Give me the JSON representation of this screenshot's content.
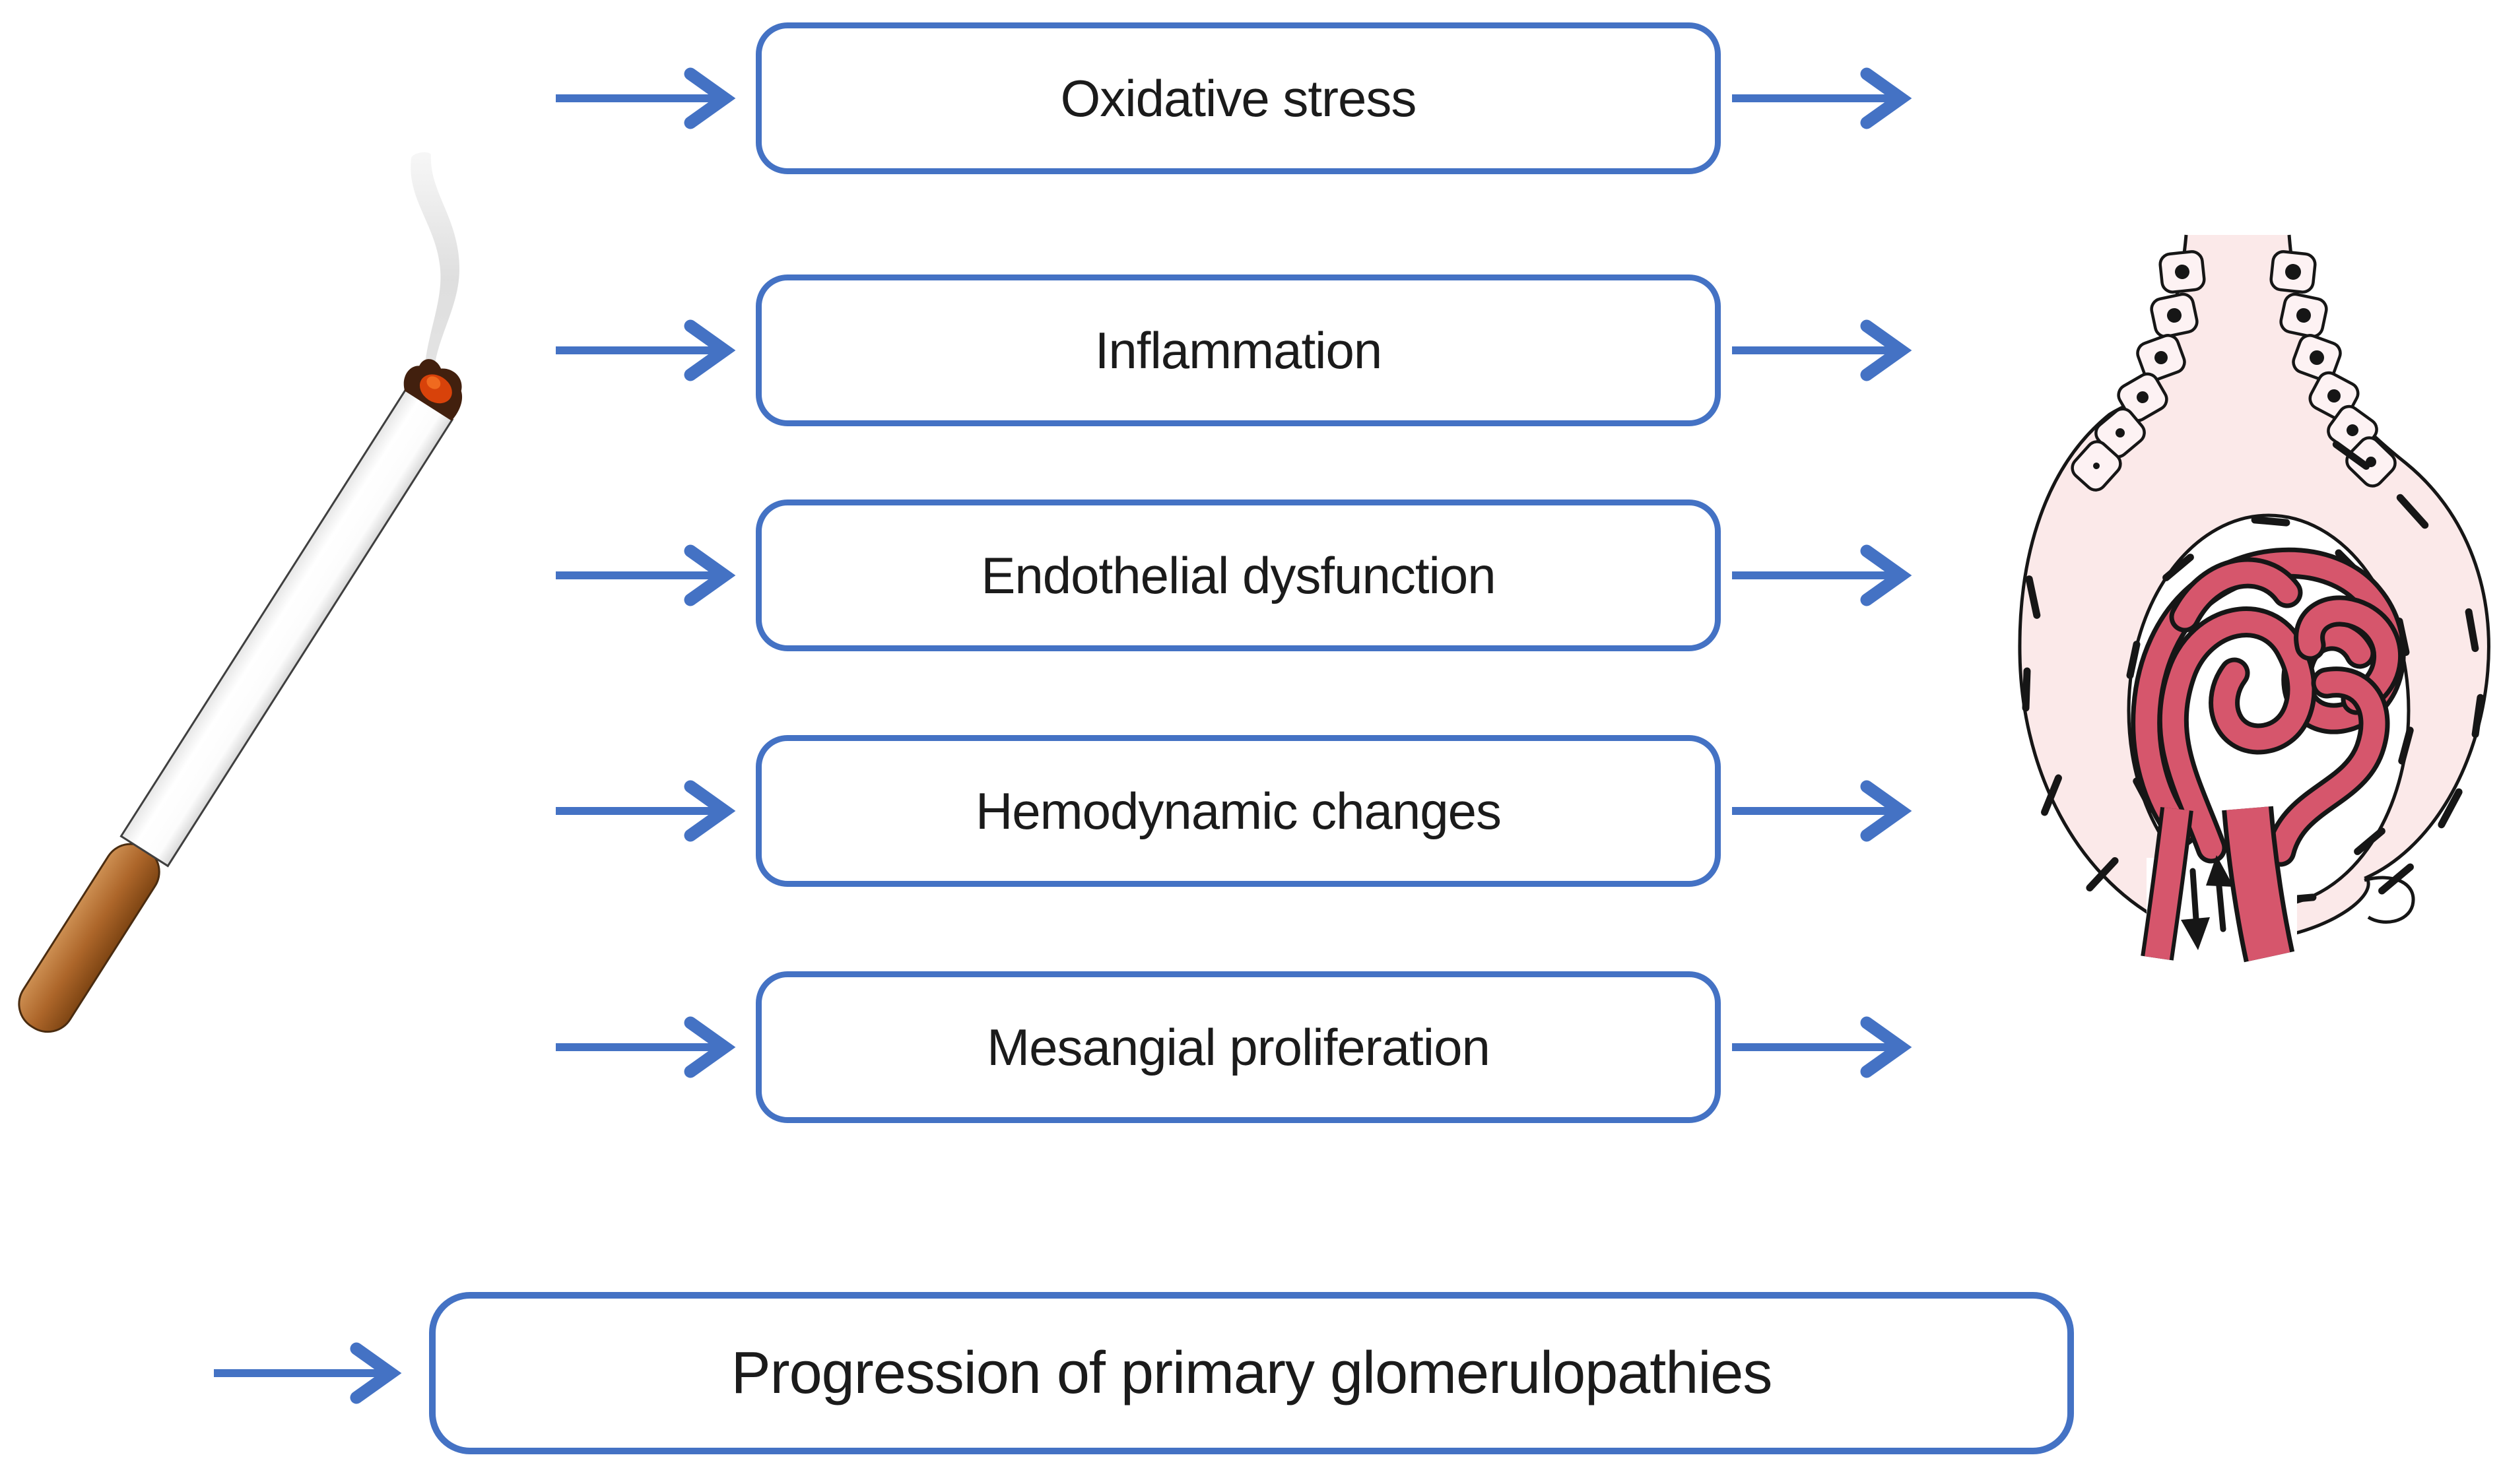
{
  "figure": {
    "cause_icon": "burning-cigarette",
    "target_icon": "glomerulus",
    "mediators": [
      {
        "label": "Oxidative stress"
      },
      {
        "label": "Inflammation"
      },
      {
        "label": "Endothelial dysfunction"
      },
      {
        "label": "Hemodynamic changes"
      },
      {
        "label": "Mesangial proliferation"
      }
    ],
    "outcome": {
      "label": "Progression of primary glomerulopathies"
    }
  },
  "colors": {
    "accent_blue": "#4472C4",
    "text_dark": "#1b1b1b",
    "box_fill": "#ffffff",
    "outline_black": "#161616",
    "capsule_pink": "#fbe9e9",
    "cell_fill": "#fdf2f3",
    "capillary_red": "#d6566c",
    "smoke_gray": "#c9c9c9",
    "paper_white": "#fefefe",
    "filter_light": "#cd8f52",
    "filter_brown": "#ad662a",
    "filter_dark": "#7e4513",
    "ember_dark": "#42200e",
    "ember_orange": "#d8420a",
    "ember_bright": "#f06a1f"
  }
}
